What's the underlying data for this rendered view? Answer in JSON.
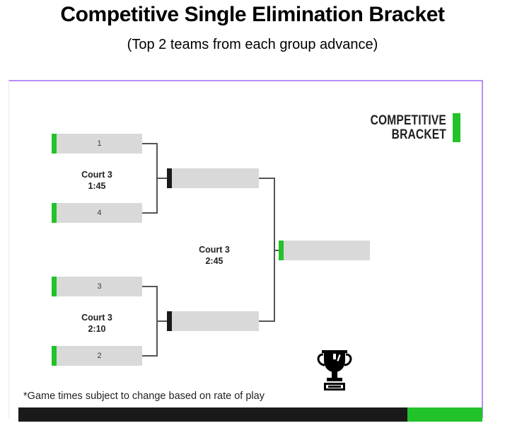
{
  "header": {
    "title": "Competitive Single Elimination Bracket",
    "subtitle": "(Top 2 teams from each group advance)"
  },
  "logo": {
    "line1": "COMPETITIVE",
    "line2": "BRACKET",
    "accent_color": "#22c32a"
  },
  "bracket": {
    "round1": {
      "match1": {
        "court": "Court 3",
        "time": "1:45",
        "top_seed": "1",
        "bottom_seed": "4"
      },
      "match2": {
        "court": "Court 3",
        "time": "2:10",
        "top_seed": "3",
        "bottom_seed": "2"
      }
    },
    "semifinal_slots": {
      "top": "",
      "bottom": ""
    },
    "final": {
      "court": "Court 3",
      "time": "2:45",
      "champion_slot": ""
    }
  },
  "footer": {
    "note": "*Game times subject to change based on rate of play"
  },
  "colors": {
    "accent_green": "#22c32a",
    "accent_black": "#1a1a1a",
    "slot_fill": "#d9d9d9",
    "border_purple": "#b98ef5",
    "connector": "#555555"
  }
}
